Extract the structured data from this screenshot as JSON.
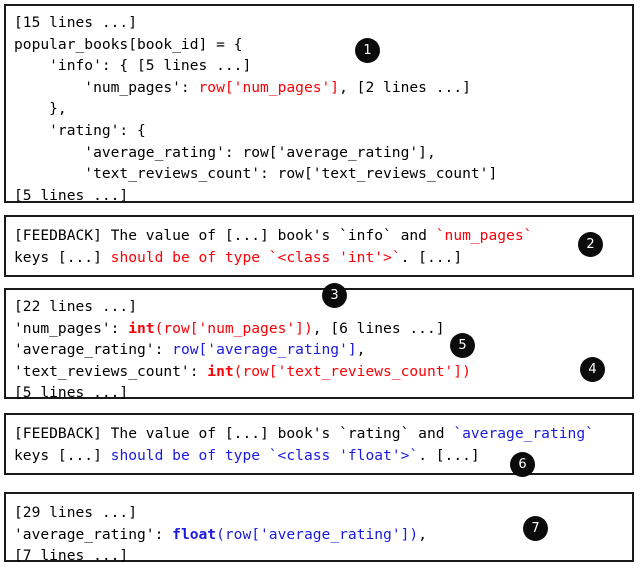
{
  "figure": {
    "kind": "code-feedback-iteration-diagram",
    "badge_color": "#0b0b0b",
    "badge_text_color": "#ffffff",
    "error_color": "#fb0007",
    "fix_color": "#1a1ae0",
    "border_color": "#1a1a1a",
    "background": "#ffffff"
  },
  "panels": [
    {
      "id": "panel-1",
      "type": "code",
      "lines": [
        {
          "segments": [
            {
              "text": "[15 lines ...]",
              "style": "plain"
            }
          ]
        },
        {
          "segments": [
            {
              "text": "popular_books[book_id] = {",
              "style": "plain"
            }
          ]
        },
        {
          "segments": [
            {
              "text": "    'info': { [5 lines ...]",
              "style": "plain"
            }
          ]
        },
        {
          "segments": [
            {
              "text": "        'num_pages': ",
              "style": "plain"
            },
            {
              "text": "row['num_pages']",
              "style": "red"
            },
            {
              "text": ", [2 lines ...]",
              "style": "plain"
            }
          ]
        },
        {
          "segments": [
            {
              "text": "    },",
              "style": "plain"
            }
          ]
        },
        {
          "segments": [
            {
              "text": "    'rating': {",
              "style": "plain"
            }
          ]
        },
        {
          "segments": [
            {
              "text": "        'average_rating': row['average_rating'],",
              "style": "plain"
            }
          ]
        },
        {
          "segments": [
            {
              "text": "        'text_reviews_count': row['text_reviews_count']",
              "style": "plain"
            }
          ]
        },
        {
          "segments": [
            {
              "text": "[5 lines ...]",
              "style": "plain"
            }
          ]
        }
      ]
    },
    {
      "id": "panel-2",
      "type": "feedback",
      "lines": [
        {
          "segments": [
            {
              "text": "[FEEDBACK] The value of [...] book's `info` and ",
              "style": "plain"
            },
            {
              "text": "`num_pages`",
              "style": "red"
            }
          ]
        },
        {
          "segments": [
            {
              "text": "keys [...] ",
              "style": "plain"
            },
            {
              "text": "should be of type `<class 'int'>`",
              "style": "red"
            },
            {
              "text": ". [...]",
              "style": "plain"
            }
          ]
        }
      ]
    },
    {
      "id": "panel-3",
      "type": "code",
      "lines": [
        {
          "segments": [
            {
              "text": "[22 lines ...]",
              "style": "plain"
            }
          ]
        },
        {
          "segments": [
            {
              "text": "'num_pages': ",
              "style": "plain"
            },
            {
              "text": "int",
              "style": "red-bold"
            },
            {
              "text": "(row['num_pages'])",
              "style": "red"
            },
            {
              "text": ", [6 lines ...]",
              "style": "plain"
            }
          ]
        },
        {
          "segments": [
            {
              "text": "'average_rating': ",
              "style": "plain"
            },
            {
              "text": "row['average_rating']",
              "style": "blue"
            },
            {
              "text": ",",
              "style": "plain"
            }
          ]
        },
        {
          "segments": [
            {
              "text": "'text_reviews_count': ",
              "style": "plain"
            },
            {
              "text": "int",
              "style": "red-bold"
            },
            {
              "text": "(row['text_reviews_count'])",
              "style": "red"
            }
          ]
        },
        {
          "segments": [
            {
              "text": "[5 lines ...]",
              "style": "plain"
            }
          ]
        }
      ]
    },
    {
      "id": "panel-4",
      "type": "feedback",
      "lines": [
        {
          "segments": [
            {
              "text": "[FEEDBACK] The value of [...] book's `rating` and ",
              "style": "plain"
            },
            {
              "text": "`average_rating`",
              "style": "blue"
            }
          ]
        },
        {
          "segments": [
            {
              "text": "keys [...] ",
              "style": "plain"
            },
            {
              "text": "should be of type `<class 'float'>`",
              "style": "blue"
            },
            {
              "text": ". [...]",
              "style": "plain"
            }
          ]
        }
      ]
    },
    {
      "id": "panel-5",
      "type": "code",
      "lines": [
        {
          "segments": [
            {
              "text": "[29 lines ...]",
              "style": "plain"
            }
          ]
        },
        {
          "segments": [
            {
              "text": "'average_rating': ",
              "style": "plain"
            },
            {
              "text": "float",
              "style": "blue-bold"
            },
            {
              "text": "(row['average_rating'])",
              "style": "blue"
            },
            {
              "text": ",",
              "style": "plain"
            }
          ]
        },
        {
          "segments": [
            {
              "text": "[7 lines ...]",
              "style": "plain"
            }
          ]
        }
      ]
    }
  ],
  "badges": [
    {
      "id": "badge-1",
      "label": "1"
    },
    {
      "id": "badge-2",
      "label": "2"
    },
    {
      "id": "badge-3",
      "label": "3"
    },
    {
      "id": "badge-4",
      "label": "4"
    },
    {
      "id": "badge-5",
      "label": "5"
    },
    {
      "id": "badge-6",
      "label": "6"
    },
    {
      "id": "badge-7",
      "label": "7"
    }
  ]
}
